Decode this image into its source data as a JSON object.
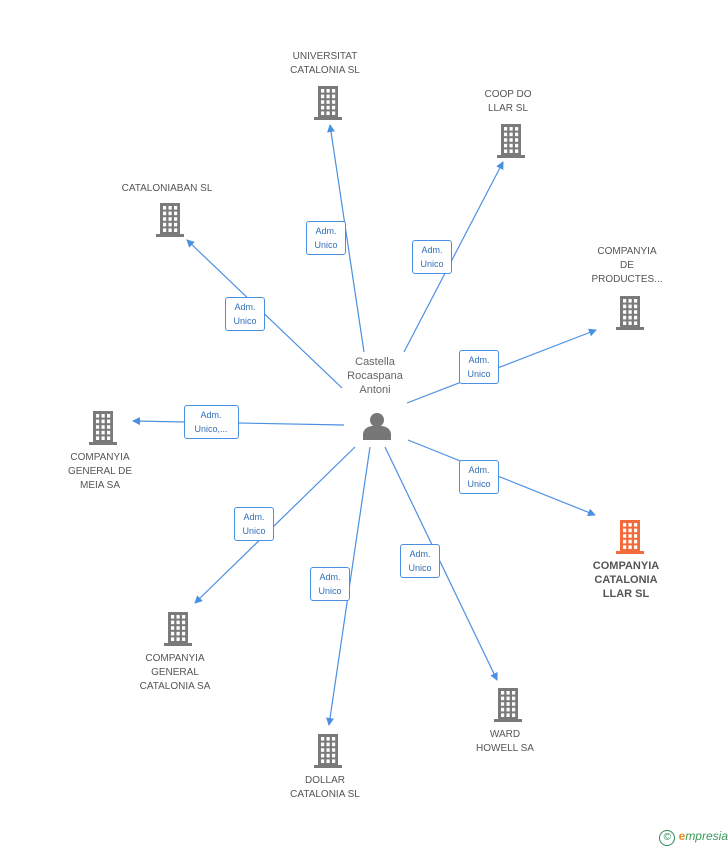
{
  "center": {
    "name": "Castella\nRocaspana\nAntoni",
    "icon": "person-icon"
  },
  "companies": [
    {
      "id": "universitat",
      "name": "UNIVERSITAT\nCATALONIA  SL"
    },
    {
      "id": "coop",
      "name": "COOP DO\nLLAR SL"
    },
    {
      "id": "catalonialban",
      "name": "CATALONIABAN SL"
    },
    {
      "id": "productes",
      "name": "COMPANYIA\nDE\nPRODUCTES..."
    },
    {
      "id": "meia",
      "name": "COMPANYIA\nGENERAL DE\nMEIA SA"
    },
    {
      "id": "llar",
      "name": "COMPANYIA\nCATALONIA\nLLAR SL",
      "highlight": true
    },
    {
      "id": "general-catalonia",
      "name": "COMPANYIA\nGENERAL\nCATALONIA SA"
    },
    {
      "id": "ward",
      "name": "WARD\nHOWELL SA"
    },
    {
      "id": "dollar",
      "name": "DOLLAR\nCATALONIA SL"
    }
  ],
  "edges": [
    {
      "to": "universitat",
      "label": "Adm.\nUnico"
    },
    {
      "to": "coop",
      "label": "Adm.\nUnico"
    },
    {
      "to": "catalonialban",
      "label": "Adm.\nUnico"
    },
    {
      "to": "productes",
      "label": "Adm.\nUnico"
    },
    {
      "to": "meia",
      "label": "Adm.\nUnico,..."
    },
    {
      "to": "llar",
      "label": "Adm.\nUnico"
    },
    {
      "to": "general-catalonia",
      "label": "Adm.\nUnico"
    },
    {
      "to": "ward",
      "label": "Adm.\nUnico"
    },
    {
      "to": "dollar",
      "label": "Adm.\nUnico"
    }
  ],
  "colors": {
    "edge": "#4a90e2",
    "building": "#7a7a7a",
    "building_highlight": "#f26b3a",
    "person": "#777777"
  },
  "footer": {
    "copyright": "©",
    "brand_e": "e",
    "brand_rest": "mpresia"
  }
}
